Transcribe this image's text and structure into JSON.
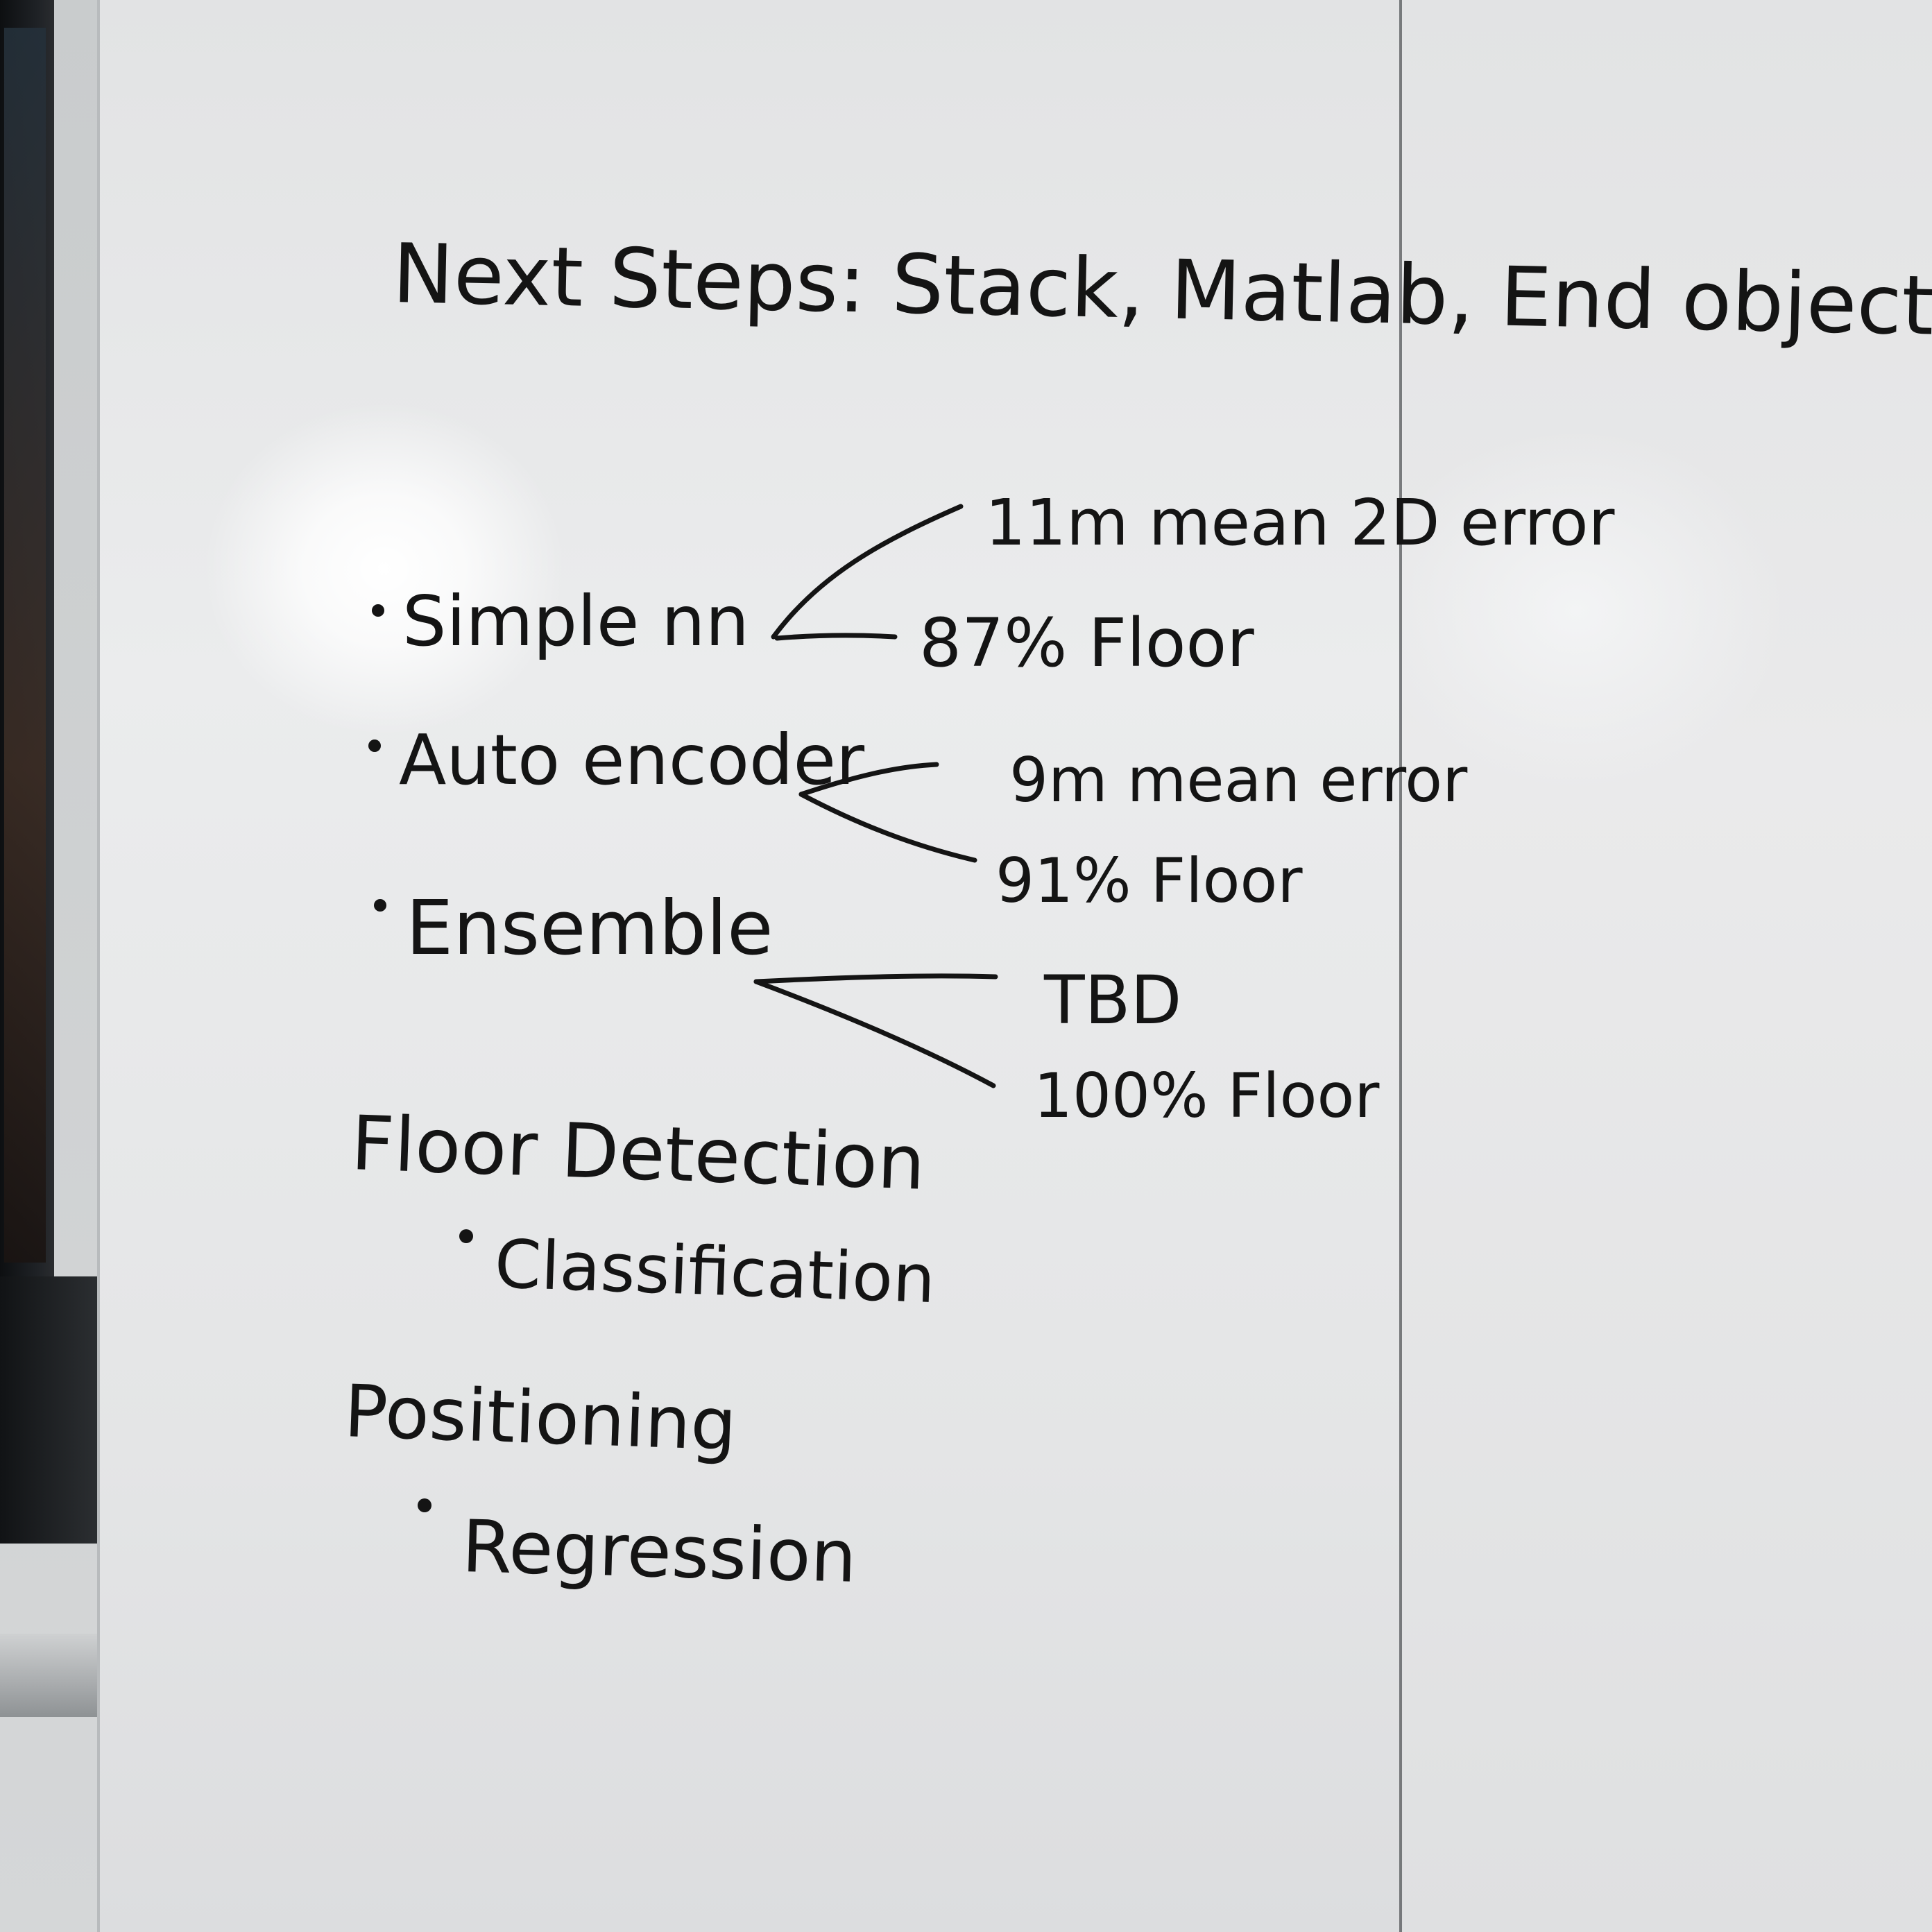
{
  "whiteboard": {
    "title": "Next Steps: Stack, Matlab, End objectives?",
    "models": [
      {
        "name": "Simple nn",
        "results": [
          "11m mean 2D error",
          "87% Floor"
        ]
      },
      {
        "name": "Auto encoder",
        "results": [
          "9m mean error",
          "91% Floor"
        ]
      },
      {
        "name": "Ensemble",
        "results": [
          "TBD",
          "100% Floor"
        ]
      }
    ],
    "sections": [
      {
        "heading": "Floor Detection",
        "item": "Classification"
      },
      {
        "heading": "Positioning",
        "item": "Regression"
      }
    ]
  },
  "colors": {
    "marker": "#141414",
    "board": "#e8e9ea"
  }
}
